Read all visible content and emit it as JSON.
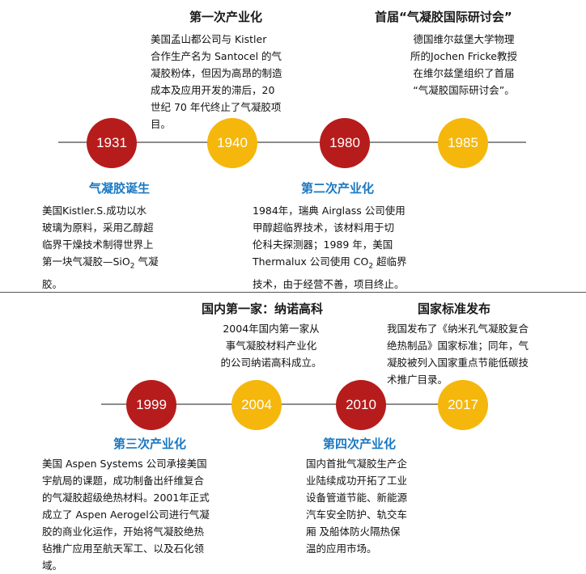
{
  "colors": {
    "red": "#b71c1c",
    "gold": "#f5b70c",
    "blue_title": "#1a78c2",
    "line": "#8c8c8c"
  },
  "row1": {
    "years": [
      "1931",
      "1940",
      "1980",
      "1985"
    ],
    "e1940": {
      "title": "第一次产业化",
      "text": "美国孟山都公司与 Kistler\n合作生产名为 Santocel 的气\n凝胶粉体，但因为高昂的制造\n成本及应用开发的滞后，20\n世纪 70 年代终止了气凝胶项\n目。"
    },
    "e1985": {
      "title": "首届“气凝胶国际研讨会”",
      "text": "德国维尔兹堡大学物理\n所的Jochen Fricke教授\n在维尔兹堡组织了首届\n“气凝胶国际研讨会”。"
    },
    "e1931": {
      "title": "气凝胶诞生",
      "text_main": "美国Kistler.S.成功以水\n玻璃为原料，采用乙醇超\n临界干燥技术制得世界上\n第一块气凝胶—SiO",
      "text_sub": "2",
      "text_tail": " 气凝\n胶。"
    },
    "e1980": {
      "title": "第二次产业化",
      "text_main": "1984年，瑞典 Airglass 公司使用\n甲醇超临界技术，该材料用于切\n伦科夫探测器；1989 年，美国\nThermalux 公司使用 CO",
      "text_sub": "2",
      "text_tail": " 超临界\n技术，由于经营不善，项目终止。"
    }
  },
  "row2": {
    "years": [
      "1999",
      "2004",
      "2010",
      "2017"
    ],
    "e2004": {
      "title": "国内第一家：纳诺高科",
      "text": "2004年国内第一家从\n事气凝胶材料产业化\n的公司纳诺高科成立。"
    },
    "e2017": {
      "title": "国家标准发布",
      "text": "我国发布了《纳米孔气凝胶复合\n绝热制品》国家标准；同年，气\n凝胶被列入国家重点节能低碳技\n术推广目录。"
    },
    "e1999": {
      "title": "第三次产业化",
      "text": "美国 Aspen Systems 公司承接美国\n宇航局的课题，成功制备出纤维复合\n的气凝胶超级绝热材料。2001年正式\n成立了 Aspen Aerogel公司进行气凝\n胶的商业化运作，开始将气凝胶绝热\n毡推广应用至航天军工、以及石化领\n域。"
    },
    "e2010": {
      "title": "第四次产业化",
      "text": "国内首批气凝胶生产企\n业陆续成功开拓了工业\n设备管道节能、新能源\n汽车安全防护、轨交车\n厢 及船体防火隔热保\n温的应用市场。"
    }
  }
}
